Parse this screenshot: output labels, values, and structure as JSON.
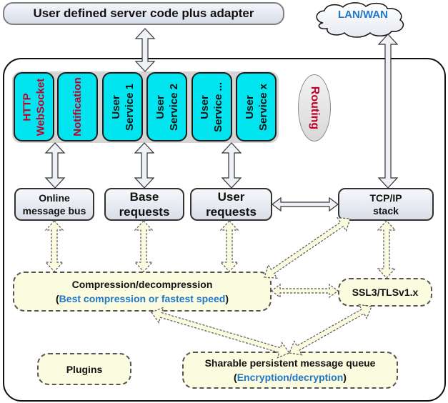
{
  "top_box": "User defined server code plus adapter",
  "cloud": "LAN/WAN",
  "services": [
    {
      "lines": [
        "HTTP",
        "WebSocket"
      ],
      "color": "#c0002a"
    },
    {
      "lines": [
        "Notification"
      ],
      "color": "#c0002a"
    },
    {
      "lines": [
        "User",
        "Service 1"
      ],
      "color": "#111111"
    },
    {
      "lines": [
        "User",
        "Service 2"
      ],
      "color": "#111111"
    },
    {
      "lines": [
        "User",
        "Service ..."
      ],
      "color": "#111111"
    },
    {
      "lines": [
        "User",
        "Service x"
      ],
      "color": "#111111"
    }
  ],
  "routing": "Routing",
  "online_bus": {
    "line1": "Online",
    "line2": "message bus"
  },
  "base_requests": {
    "line1": "Base",
    "line2": "requests"
  },
  "user_requests": {
    "line1": "User",
    "line2": "requests"
  },
  "tcpip": {
    "line1": "TCP/IP",
    "line2": "stack"
  },
  "compression": {
    "line1": "Compression/decompression",
    "line2_paren_open": "(",
    "line2_blue": "Best compression or fastest speed",
    "line2_paren_close": ")"
  },
  "ssl": "SSL3/TLSv1.x",
  "plugins": "Plugins",
  "queue": {
    "line1": "Sharable persistent message queue",
    "line2_paren_open": "(",
    "line2_blue": "Encryption/decryption",
    "line2_paren_close": ")"
  },
  "colors": {
    "cyan": "#00e5ef",
    "red_text": "#c0002a",
    "blue_text": "#1f77c6",
    "dashed_fill": "#fbfbe0"
  }
}
